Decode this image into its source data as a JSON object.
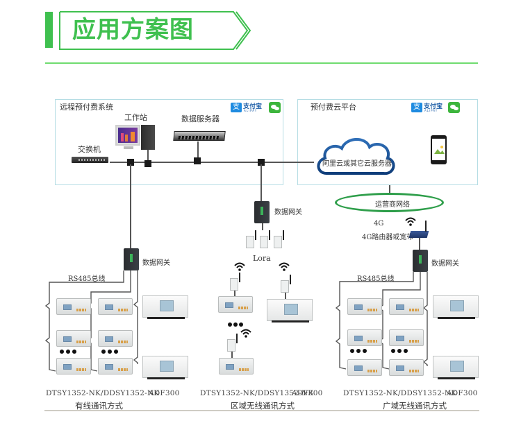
{
  "header": {
    "title": "应用方案图",
    "accent_color": "#3fc04f"
  },
  "left_panel": {
    "title": "远程预付费系统",
    "workstation_label": "工作站",
    "server_label": "数据服务器",
    "switch_label": "交换机",
    "payment_icons": [
      "alipay-icon",
      "wechat-icon"
    ],
    "alipay_text": "支付宝",
    "alipay_sub": "ALIPAY"
  },
  "right_panel": {
    "title": "预付费云平台",
    "cloud_label": "阿里云或其它云服务器",
    "payment_icons": [
      "alipay-icon",
      "wechat-icon"
    ],
    "alipay_text": "支付宝",
    "alipay_sub": "ALIPAY",
    "device_icon": "tablet-icon"
  },
  "carrier_network": {
    "label": "运营商网络"
  },
  "router": {
    "tag": "4G",
    "label": "4G路由器或宽带"
  },
  "sections": [
    {
      "gateway_label": "数据网关",
      "bus_label": "RS485总线",
      "meter_model": "DTSY1352-NK/DDSY1352-NK",
      "adf_model": "ADF300",
      "caption": "有线通讯方式"
    },
    {
      "gateway_label": "数据网关",
      "radio_label": "Lora",
      "meter_model": "DTSY1352-NK/DDSY1352-NK",
      "adf_model": "ADF300",
      "caption": "区域无线通讯方式"
    },
    {
      "gateway_label": "数据网关",
      "bus_label": "RS485总线",
      "meter_model": "DTSY1352-NK/DDSY1352-NK",
      "adf_model": "ADF300",
      "caption": "广域无线通讯方式"
    }
  ]
}
